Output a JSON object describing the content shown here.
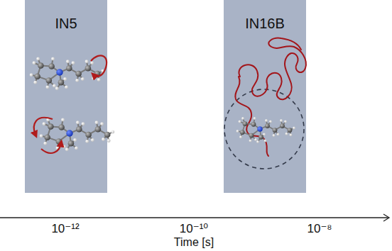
{
  "diagram": {
    "nodes": [
      {
        "text": [
          "IN5"
        ]
      },
      {
        "text": [
          "IN16B"
        ]
      }
    ],
    "labels": [
      "10⁻¹²",
      "10⁻¹⁰",
      "10⁻⁸",
      "Time [s]"
    ]
  }
}
